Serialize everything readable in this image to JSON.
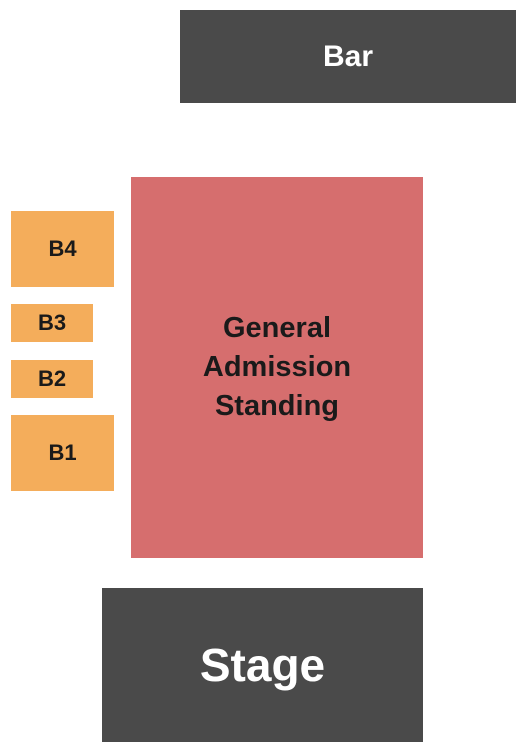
{
  "venue_map": {
    "bar": {
      "label": "Bar"
    },
    "stage": {
      "label": "Stage"
    },
    "general_admission": {
      "lines": [
        "General",
        "Admission",
        "Standing"
      ]
    },
    "booths": {
      "b4": {
        "label": "B4"
      },
      "b3": {
        "label": "B3"
      },
      "b2": {
        "label": "B2"
      },
      "b1": {
        "label": "B1"
      }
    }
  },
  "colors": {
    "dark_section": "#4a4a4a",
    "general_admission": "#d66e6e",
    "booth": "#f4ad5b"
  }
}
